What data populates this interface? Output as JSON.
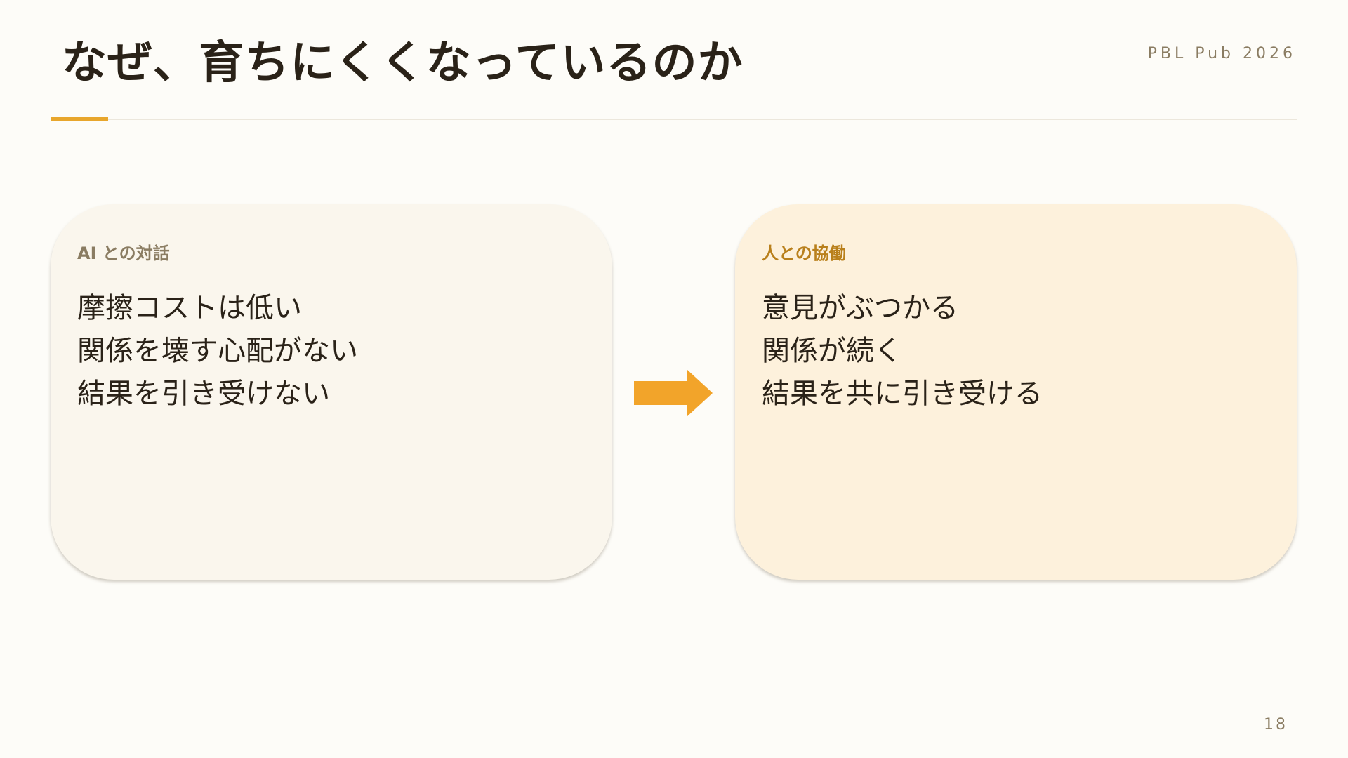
{
  "slide": {
    "title": "なぜ、育ちにくくなっているのか",
    "brand": "PBL Pub 2026",
    "page_number": "18"
  },
  "cards": [
    {
      "label": "AI との対話",
      "lines": [
        "摩擦コストは低い",
        "関係を壊す心配がない",
        "結果を引き受けない"
      ]
    },
    {
      "label": "人との協働",
      "lines": [
        "意見がぶつかる",
        "関係が続く",
        "結果を共に引き受ける"
      ]
    }
  ],
  "icons": {
    "transition": "right-arrow-icon"
  },
  "colors": {
    "background": "#fdfcf8",
    "accent": "#e8a62c",
    "arrow": "#f2a42a",
    "card_left": "#faf6ed",
    "card_right": "#fdf1dc",
    "label_muted": "#8a7c62",
    "label_accent": "#b9801c",
    "text": "#2a2218"
  }
}
